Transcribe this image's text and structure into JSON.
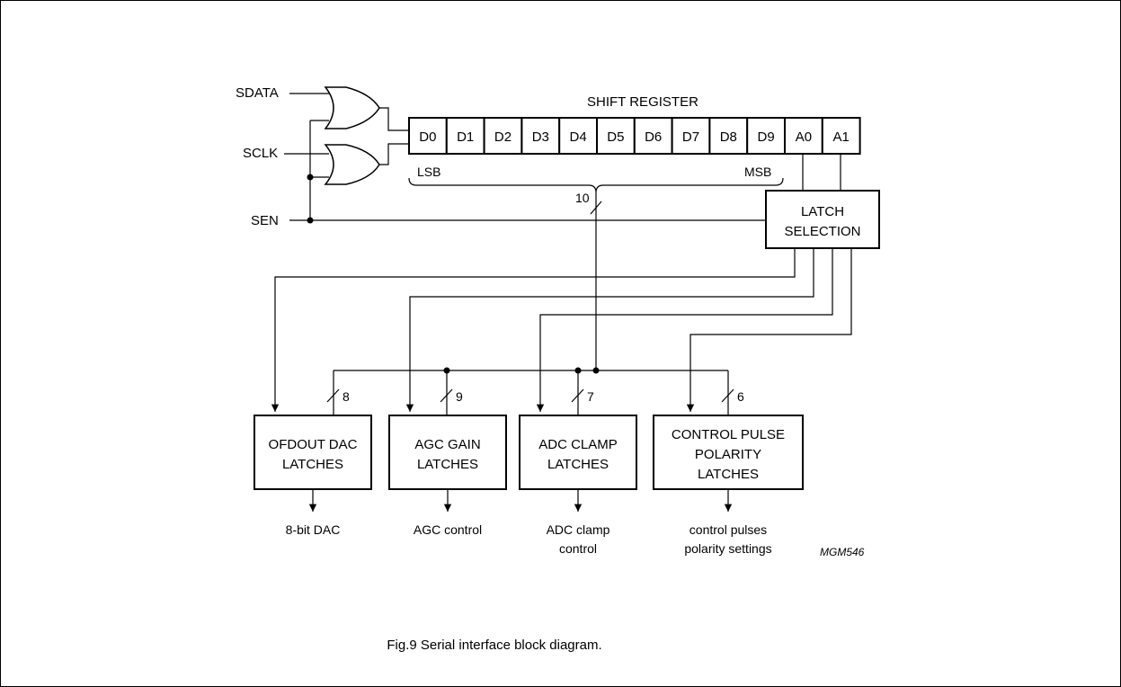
{
  "diagram": {
    "inputs": {
      "sdata": "SDATA",
      "sclk": "SCLK",
      "sen": "SEN"
    },
    "shift_register": {
      "title": "SHIFT REGISTER",
      "cells": [
        "D0",
        "D1",
        "D2",
        "D3",
        "D4",
        "D5",
        "D6",
        "D7",
        "D8",
        "D9",
        "A0",
        "A1"
      ],
      "lsb": "LSB",
      "msb": "MSB",
      "bus_width": "10"
    },
    "latch_selection": {
      "line1": "LATCH",
      "line2": "SELECTION"
    },
    "latches": [
      {
        "lines": [
          "OFDOUT DAC",
          "LATCHES"
        ],
        "bus_width": "8",
        "output": [
          "8-bit DAC"
        ]
      },
      {
        "lines": [
          "AGC GAIN",
          "LATCHES"
        ],
        "bus_width": "9",
        "output": [
          "AGC control"
        ]
      },
      {
        "lines": [
          "ADC CLAMP",
          "LATCHES"
        ],
        "bus_width": "7",
        "output": [
          "ADC clamp",
          "control"
        ]
      },
      {
        "lines": [
          "CONTROL PULSE",
          "POLARITY",
          "LATCHES"
        ],
        "bus_width": "6",
        "output": [
          "control pulses",
          "polarity settings"
        ]
      }
    ],
    "code": "MGM546"
  },
  "caption": "Fig.9  Serial interface block diagram."
}
